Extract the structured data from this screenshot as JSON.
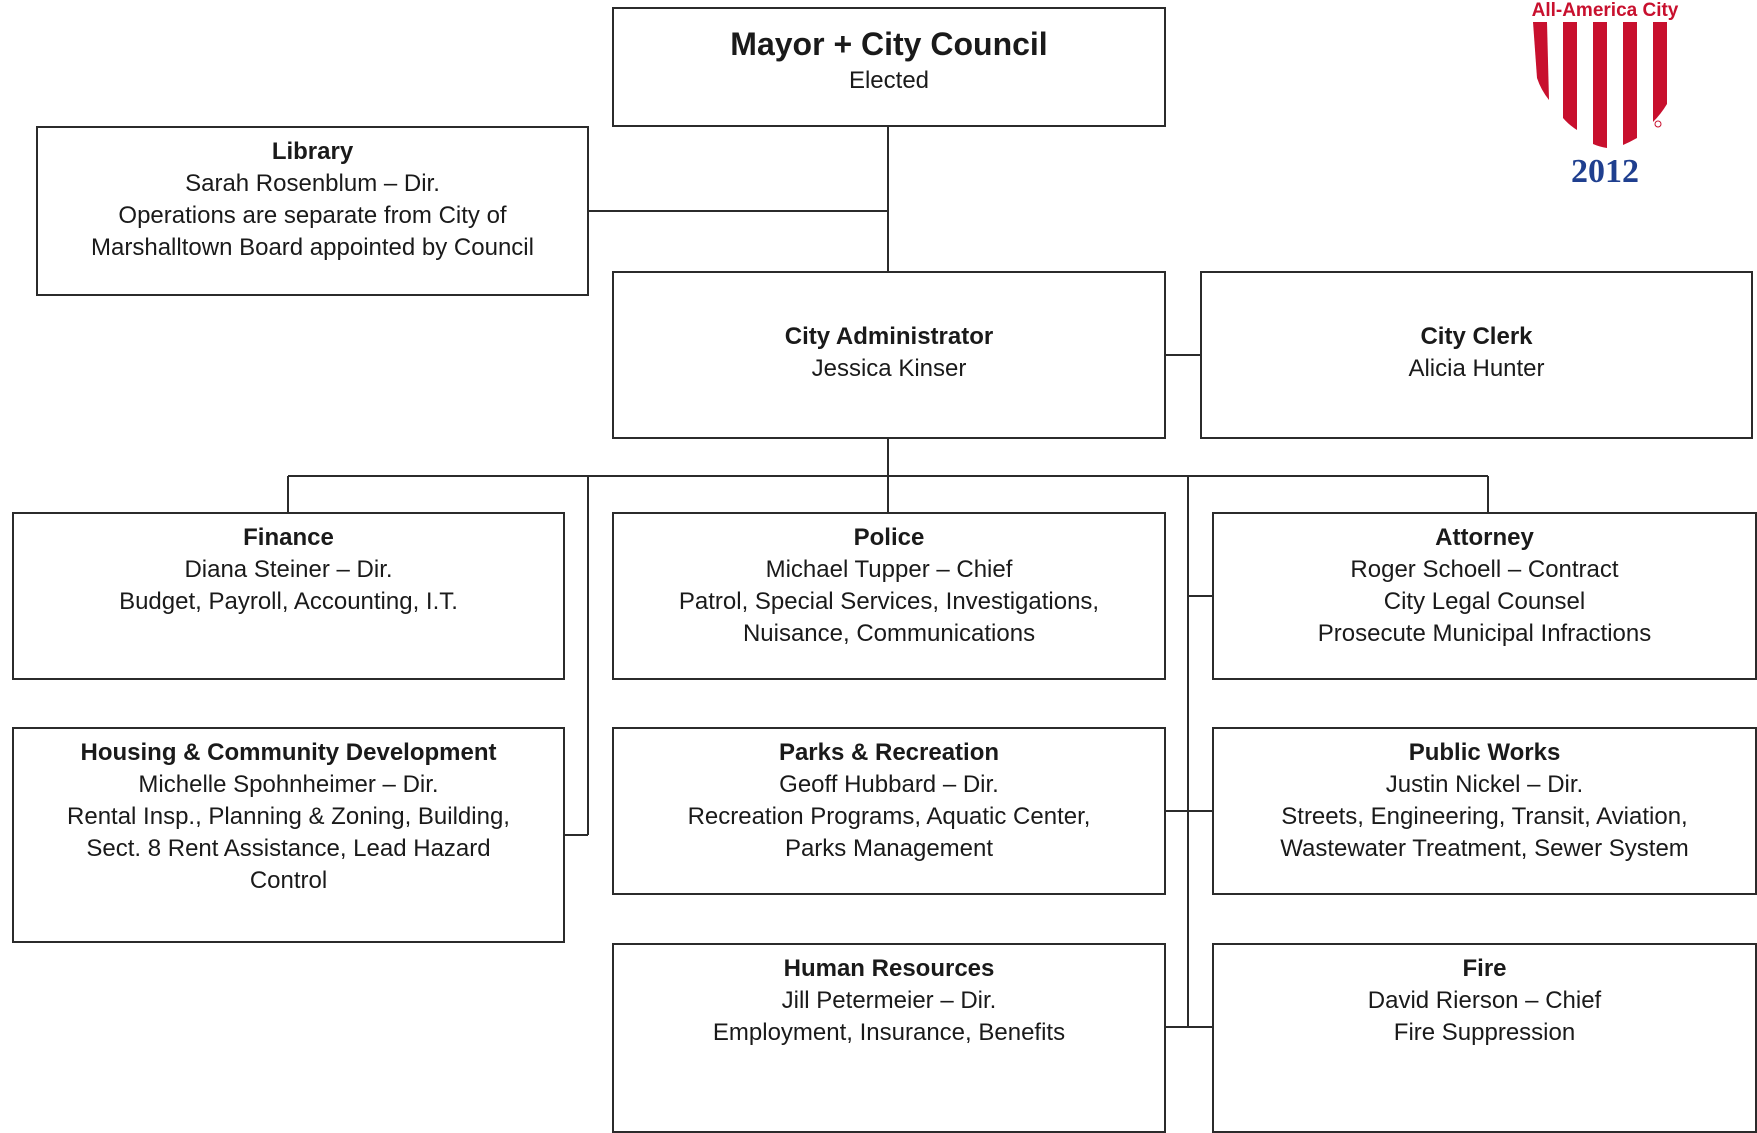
{
  "logo": {
    "banner": "All-America City",
    "year": "2012",
    "stripe_color": "#c8102e"
  },
  "mayor": {
    "title": "Mayor + City Council",
    "sub": "Elected"
  },
  "library": {
    "title": "Library",
    "line1": "Sarah Rosenblum – Dir.",
    "line2": "Operations are separate from City of",
    "line3": "Marshalltown Board appointed by Council"
  },
  "admin": {
    "title": "City Administrator",
    "name": "Jessica Kinser"
  },
  "clerk": {
    "title": "City Clerk",
    "name": "Alicia Hunter"
  },
  "finance": {
    "title": "Finance",
    "line1": "Diana Steiner – Dir.",
    "line2": "Budget, Payroll, Accounting, I.T."
  },
  "police": {
    "title": "Police",
    "line1": "Michael Tupper – Chief",
    "line2": "Patrol, Special Services, Investigations,",
    "line3": "Nuisance, Communications"
  },
  "attorney": {
    "title": "Attorney",
    "line1": "Roger Schoell – Contract",
    "line2": "City Legal Counsel",
    "line3": "Prosecute Municipal Infractions"
  },
  "housing": {
    "title": "Housing & Community Development",
    "line1": "Michelle Spohnheimer – Dir.",
    "line2": "Rental Insp., Planning & Zoning, Building,",
    "line3": "Sect. 8 Rent Assistance, Lead Hazard",
    "line4": "Control"
  },
  "parks": {
    "title": "Parks & Recreation",
    "line1": "Geoff Hubbard – Dir.",
    "line2": "Recreation Programs, Aquatic Center,",
    "line3": "Parks Management"
  },
  "publicworks": {
    "title": "Public Works",
    "line1": "Justin Nickel – Dir.",
    "line2": "Streets, Engineering, Transit, Aviation,",
    "line3": "Wastewater Treatment, Sewer System"
  },
  "hr": {
    "title": "Human Resources",
    "line1": "Jill Petermeier – Dir.",
    "line2": "Employment, Insurance, Benefits"
  },
  "fire": {
    "title": "Fire",
    "line1": "David Rierson – Chief",
    "line2": "Fire Suppression"
  }
}
